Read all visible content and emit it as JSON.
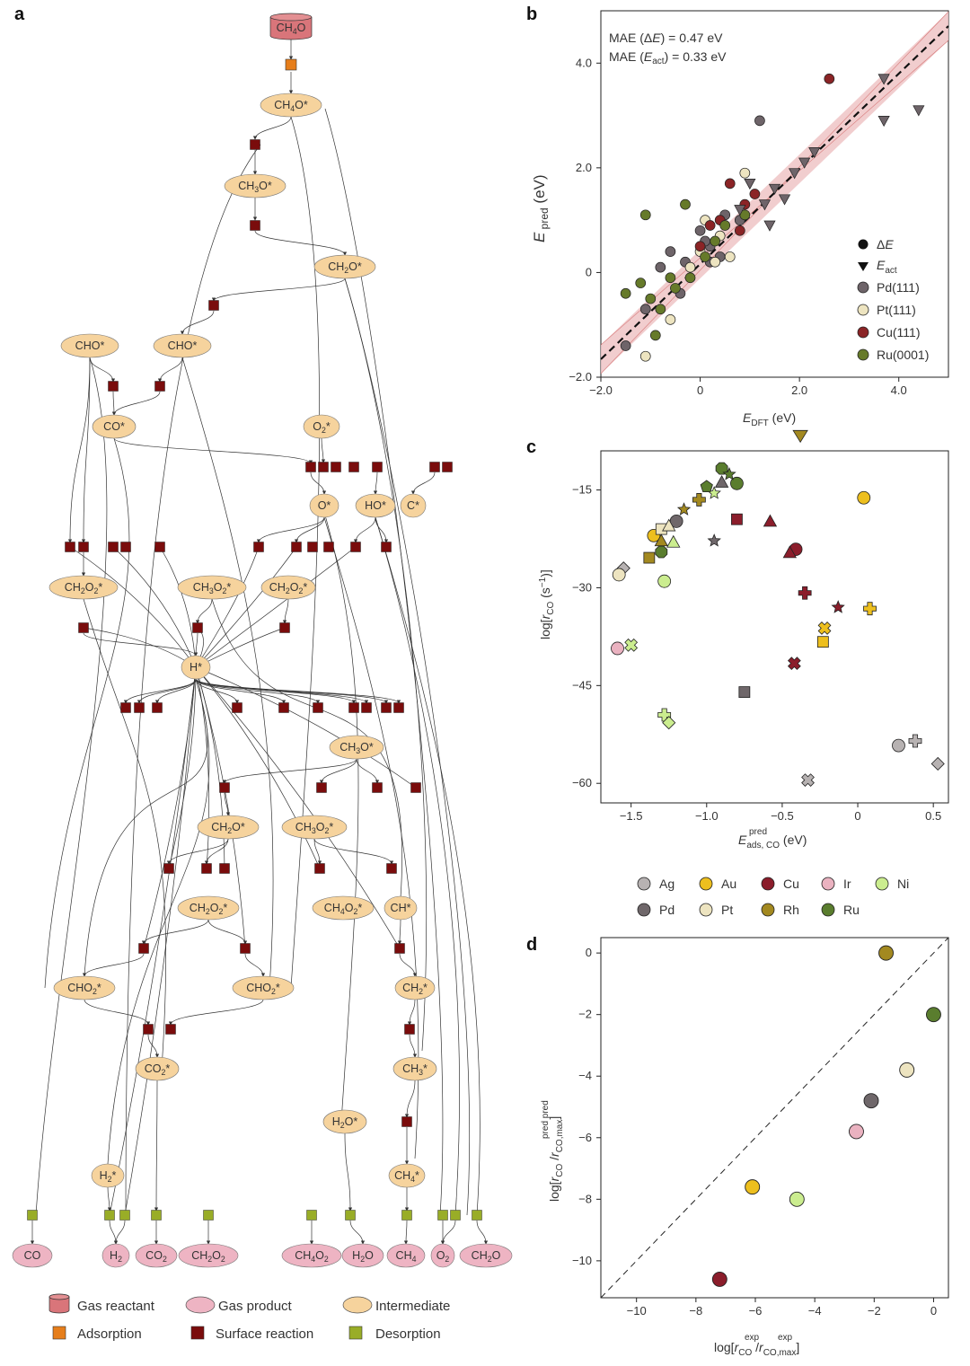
{
  "panels": {
    "a": "a",
    "b": "b",
    "c": "c",
    "d": "d"
  },
  "network": {
    "reactant": "CH4O",
    "intermediates": [
      "CH4O*",
      "CH3O*",
      "CH2O*",
      "CHO*",
      "CHO*",
      "CO*",
      "O2*",
      "O*",
      "HO*",
      "C*",
      "CH2O2*",
      "CH3O2*",
      "CH2O2*",
      "H*",
      "CH3O*",
      "CH2O*",
      "CH3O2*",
      "CH2O2*",
      "CH4O2*",
      "CH*",
      "CHO2*",
      "CHO2*",
      "CH2*",
      "CO2*",
      "CH3*",
      "H2O*",
      "H2*",
      "CH4*"
    ],
    "products": [
      "CO",
      "H2",
      "CO2",
      "CH2O2",
      "CH4O2",
      "H2O",
      "CH4",
      "O2",
      "CH2O"
    ],
    "legend": [
      {
        "label": "Gas reactant",
        "shape": "cylinder",
        "color": "#d9757a"
      },
      {
        "label": "Gas product",
        "shape": "ellipse",
        "color": "#eeb4c3"
      },
      {
        "label": "Intermediate",
        "shape": "ellipse",
        "color": "#f6d39d"
      },
      {
        "label": "Adsorption",
        "shape": "square",
        "color": "#e67e1b"
      },
      {
        "label": "Surface reaction",
        "shape": "square",
        "color": "#7a0c0c"
      },
      {
        "label": "Desorption",
        "shape": "square",
        "color": "#99ad27"
      }
    ]
  },
  "chart_data": [
    {
      "type": "scatter",
      "panel": "b",
      "annotations": [
        "MAE (ΔE) = 0.47 eV",
        "MAE (Eact) = 0.33 eV"
      ],
      "xlabel": "E_DFT (eV)",
      "ylabel": "E_pred (eV)",
      "xlim": [
        -2.0,
        5.0
      ],
      "ylim": [
        -2.0,
        5.0
      ],
      "xticks": [
        "−2.0",
        "0",
        "2.0",
        "4.0"
      ],
      "yticks": [
        "−2.0",
        "0",
        "2.0",
        "4.0"
      ],
      "legend": [
        "ΔE",
        "Eact",
        "Pd(111)",
        "Pt(111)",
        "Cu(111)",
        "Ru(0001)"
      ],
      "legend_position": "bottom-right",
      "series": [
        {
          "name": "Pd(111)",
          "color": "#6e6469",
          "points": [
            [
              -1.5,
              -1.4
            ],
            [
              -1.1,
              -0.7
            ],
            [
              -0.8,
              0.1
            ],
            [
              -0.6,
              0.4
            ],
            [
              -0.3,
              0.2
            ],
            [
              0.0,
              0.8
            ],
            [
              0.2,
              0.5
            ],
            [
              0.4,
              0.3
            ],
            [
              0.1,
              0.6
            ],
            [
              0.5,
              1.1
            ],
            [
              0.8,
              1.0
            ],
            [
              1.2,
              2.9
            ],
            [
              -0.4,
              -0.4
            ],
            [
              0.2,
              0.2
            ]
          ]
        },
        {
          "name": "Pt(111)",
          "color": "#ede4c0",
          "points": [
            [
              -1.1,
              -1.6
            ],
            [
              -0.6,
              -0.9
            ],
            [
              0.0,
              0.4
            ],
            [
              0.3,
              0.2
            ],
            [
              0.6,
              0.3
            ],
            [
              0.9,
              1.9
            ],
            [
              -0.2,
              0.1
            ],
            [
              0.4,
              0.7
            ],
            [
              0.1,
              1.0
            ]
          ]
        },
        {
          "name": "Cu(111)",
          "color": "#8b2426",
          "points": [
            [
              0.6,
              1.7
            ],
            [
              0.9,
              1.3
            ],
            [
              1.1,
              1.5
            ],
            [
              0.4,
              1.0
            ],
            [
              2.6,
              3.7
            ],
            [
              0.2,
              0.9
            ],
            [
              0.8,
              0.8
            ],
            [
              0.0,
              0.5
            ]
          ]
        },
        {
          "name": "Ru(0001)",
          "color": "#667a2a",
          "points": [
            [
              -1.5,
              -0.4
            ],
            [
              -1.2,
              -0.2
            ],
            [
              -1.0,
              -0.5
            ],
            [
              -0.8,
              -0.7
            ],
            [
              -0.5,
              -0.3
            ],
            [
              -0.2,
              -0.1
            ],
            [
              0.1,
              0.3
            ],
            [
              0.5,
              0.9
            ],
            [
              0.9,
              1.1
            ],
            [
              -1.1,
              1.1
            ],
            [
              -0.3,
              1.3
            ],
            [
              0.3,
              0.6
            ],
            [
              -0.9,
              -1.2
            ],
            [
              -0.6,
              -0.1
            ]
          ]
        },
        {
          "name": "Eact",
          "marker": "triangle",
          "points": [
            [
              3.7,
              3.7
            ],
            [
              4.4,
              3.1
            ],
            [
              3.7,
              2.9
            ],
            [
              2.1,
              2.1
            ],
            [
              1.7,
              1.4
            ],
            [
              1.3,
              1.3
            ],
            [
              0.8,
              1.2
            ],
            [
              1.9,
              1.9
            ],
            [
              1.4,
              0.9
            ],
            [
              2.3,
              2.3
            ],
            [
              1.0,
              1.7
            ],
            [
              1.5,
              1.6
            ]
          ]
        }
      ]
    },
    {
      "type": "scatter",
      "panel": "c",
      "xlabel": "E^pred_ads, CO (eV)",
      "ylabel": "log[r_CO (s⁻¹)]",
      "xlim": [
        -1.7,
        0.6
      ],
      "ylim": [
        -63,
        -9
      ],
      "xticks": [
        "−1.5",
        "−1.0",
        "−0.5",
        "0",
        "0.5"
      ],
      "yticks": [
        "−15",
        "−30",
        "−45",
        "−60"
      ],
      "legend": [
        "Ag",
        "Au",
        "Cu",
        "Ir",
        "Ni",
        "Pd",
        "Pt",
        "Rh",
        "Ru"
      ],
      "legend_position": "bottom",
      "series": [
        {
          "name": "Ag",
          "color": "#b7b2b2",
          "points": [
            [
              0.27,
              -54.2
            ],
            [
              0.38,
              -53.5
            ],
            [
              0.53,
              -57.0
            ],
            [
              -0.33,
              -59.5
            ],
            [
              -1.55,
              -27.0
            ]
          ]
        },
        {
          "name": "Au",
          "color": "#edbf1e",
          "points": [
            [
              0.04,
              -16.2
            ],
            [
              -0.22,
              -36.2
            ],
            [
              0.08,
              -33.2
            ],
            [
              -0.23,
              -38.3
            ],
            [
              -1.35,
              -22.0
            ]
          ]
        },
        {
          "name": "Cu",
          "color": "#8b1d2b",
          "points": [
            [
              -0.41,
              -24.1
            ],
            [
              -0.35,
              -30.8
            ],
            [
              -0.42,
              -41.6
            ],
            [
              -0.45,
              -24.6
            ],
            [
              -0.58,
              -19.8
            ],
            [
              -0.13,
              -33.0
            ],
            [
              -0.8,
              -19.5
            ]
          ]
        },
        {
          "name": "Ir",
          "color": "#eab2c0",
          "points": [
            [
              -1.59,
              -39.3
            ]
          ]
        },
        {
          "name": "Ni",
          "color": "#cbed8f",
          "points": [
            [
              -1.5,
              -38.8
            ],
            [
              -1.28,
              -29.0
            ],
            [
              -1.28,
              -49.5
            ],
            [
              -1.25,
              -50.7
            ],
            [
              -0.95,
              -15.5
            ],
            [
              -1.22,
              -23.0
            ]
          ]
        },
        {
          "name": "Pd",
          "color": "#6f676a",
          "points": [
            [
              -1.2,
              -19.8
            ],
            [
              -0.75,
              -46.0
            ],
            [
              -0.9,
              -13.8
            ],
            [
              -0.95,
              -22.8
            ]
          ]
        },
        {
          "name": "Pt",
          "color": "#ede4c0",
          "points": [
            [
              -1.58,
              -28.0
            ],
            [
              -1.3,
              -21.0
            ],
            [
              -1.25,
              -20.5
            ]
          ]
        },
        {
          "name": "Rh",
          "color": "#a38920",
          "points": [
            [
              -0.38,
              -6.7
            ],
            [
              -1.38,
              -25.4
            ],
            [
              -1.3,
              -22.8
            ],
            [
              -1.15,
              -18.0
            ],
            [
              -1.05,
              -16.5
            ]
          ]
        },
        {
          "name": "Ru",
          "color": "#5a7d2e",
          "points": [
            [
              -0.9,
              -11.7
            ],
            [
              -0.8,
              -14.0
            ],
            [
              -0.85,
              -12.6
            ],
            [
              -1.0,
              -14.5
            ],
            [
              -1.3,
              -24.5
            ]
          ]
        }
      ]
    },
    {
      "type": "scatter",
      "panel": "d",
      "xlabel": "log[r^exp_CO / r^exp_CO,max]",
      "ylabel": "log[r^pred_CO / r^pred_CO,max]",
      "xlim": [
        -11.2,
        0.5
      ],
      "ylim": [
        -11.2,
        0.5
      ],
      "xticks": [
        "−10",
        "−8",
        "−6",
        "−4",
        "−2",
        "0"
      ],
      "yticks": [
        "0",
        "−2",
        "−4",
        "−6",
        "−8",
        "−10"
      ],
      "diagonal": true,
      "series": [
        {
          "name": "Rh",
          "color": "#a38920",
          "points": [
            [
              -1.6,
              0.0
            ]
          ]
        },
        {
          "name": "Ru",
          "color": "#5a7d2e",
          "points": [
            [
              0.0,
              -2.0
            ]
          ]
        },
        {
          "name": "Pt",
          "color": "#ede4c0",
          "points": [
            [
              -0.9,
              -3.8
            ]
          ]
        },
        {
          "name": "Pd",
          "color": "#6f676a",
          "points": [
            [
              -2.1,
              -4.8
            ]
          ]
        },
        {
          "name": "Ir",
          "color": "#eab2c0",
          "points": [
            [
              -2.6,
              -5.8
            ]
          ]
        },
        {
          "name": "Au",
          "color": "#edbf1e",
          "points": [
            [
              -6.1,
              -7.6
            ]
          ]
        },
        {
          "name": "Ni",
          "color": "#cbed8f",
          "points": [
            [
              -4.6,
              -8.0
            ]
          ]
        },
        {
          "name": "Cu",
          "color": "#8b1d2b",
          "points": [
            [
              -7.2,
              -10.6
            ]
          ]
        }
      ]
    }
  ]
}
